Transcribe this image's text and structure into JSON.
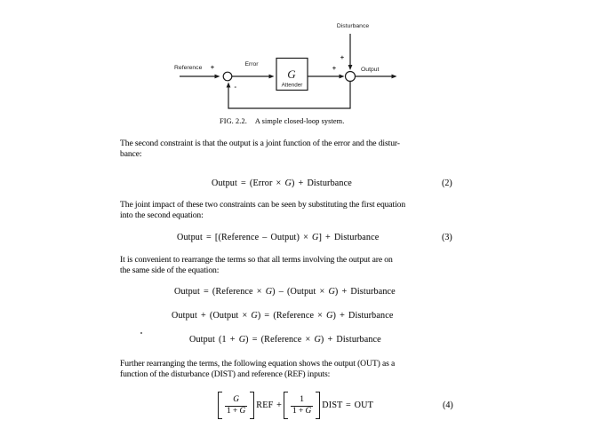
{
  "figure": {
    "labels": {
      "disturbance": "Disturbance",
      "reference": "Reference",
      "error": "Error",
      "output": "Output",
      "block_gain": "G",
      "block_name": "Attender"
    },
    "signs": {
      "ref_plus": "+",
      "feedback_minus": "-",
      "forward_plus": "+",
      "disturbance_plus": "+"
    },
    "caption": {
      "tag": "FIG. 2.2.",
      "text": "A simple closed-loop system."
    }
  },
  "paragraphs": {
    "p1": [
      "The second constraint is that the output is a joint function of the error and the distur-",
      "bance:"
    ],
    "p2": [
      "The joint impact of these two constraints can be seen by substituting the first equation",
      "into the second equation:"
    ],
    "p3": [
      "It is convenient to rearrange the terms so that all terms involving the output are on",
      "the same side of the equation:"
    ],
    "p4": [
      "Further rearranging the terms, the following equation shows the output (OUT) as a",
      "function of the disturbance (DIST) and reference (REF) inputs:"
    ]
  },
  "equations": {
    "eq2": {
      "text": "Output = (Error × G) + Disturbance",
      "number": "(2)"
    },
    "eq3": {
      "text": "Output = [(Reference – Output) × G] + Disturbance",
      "number": "(3)"
    },
    "eq_a": "Output = (Reference × G) – (Output × G) + Disturbance",
    "eq_b": "Output + (Output × G) = (Reference × G) + Disturbance",
    "eq_c": "Output (1 + G) = (Reference × G) + Disturbance",
    "eq4": {
      "term1_num": "G",
      "term1_den": "1 + G",
      "term1_label": "REF +",
      "term2_num": "1",
      "term2_den": "1 + G",
      "term2_label": "DIST = OUT",
      "number": "(4)"
    }
  }
}
